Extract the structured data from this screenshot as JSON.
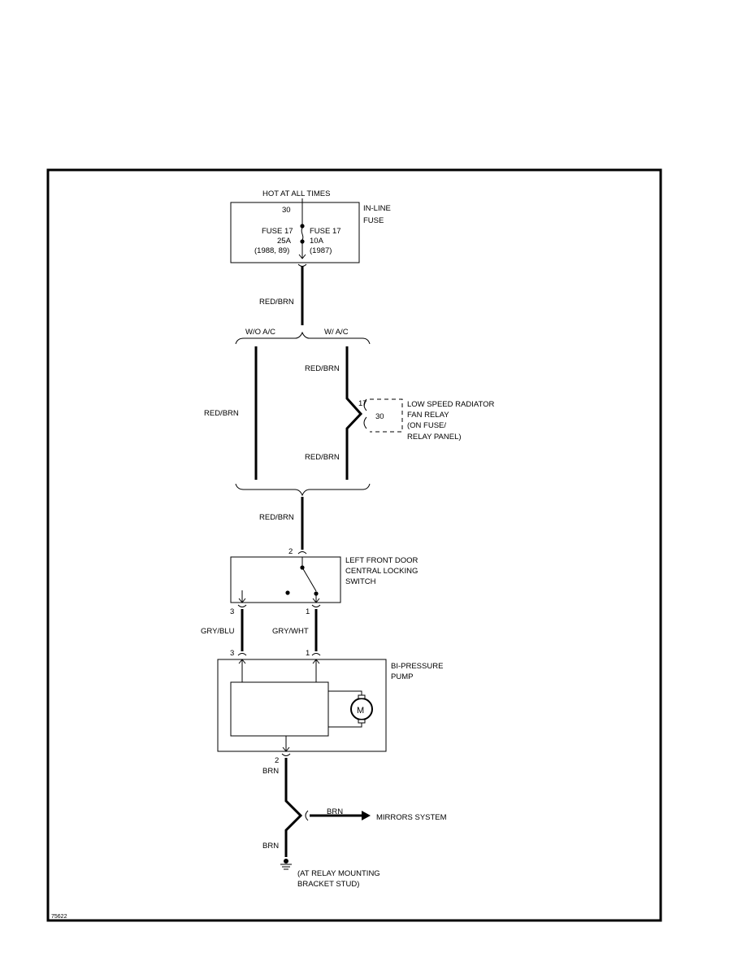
{
  "diagram": {
    "power_source": "HOT AT ALL TIMES",
    "fuse_box": {
      "terminal": "30",
      "name": "IN-LINE",
      "name2": "FUSE",
      "left_fuse": [
        "FUSE 17",
        "25A",
        "(1988, 89)"
      ],
      "right_fuse": [
        "FUSE 17",
        "10A",
        "(1987)"
      ]
    },
    "wire_top": "RED/BRN",
    "branch_left": "W/O A/C",
    "branch_right": "W/ A/C",
    "wire_left": "RED/BRN",
    "wire_right_upper": "RED/BRN",
    "wire_right_lower": "RED/BRN",
    "relay": {
      "pin_in": "17",
      "pin_out": "30",
      "label": [
        "LOW SPEED RADIATOR",
        "FAN RELAY",
        "(ON FUSE/",
        "RELAY PANEL)"
      ]
    },
    "wire_mid": "RED/BRN",
    "switch": {
      "pin_top": "2",
      "pin_left": "3",
      "pin_right": "1",
      "label": [
        "LEFT FRONT DOOR",
        "CENTRAL LOCKING",
        "SWITCH"
      ]
    },
    "wire_gry_blu": "GRY/BLU",
    "wire_gry_wht": "GRY/WHT",
    "pump": {
      "pin_left": "3",
      "pin_right": "1",
      "pin_bottom": "2",
      "motor": "M",
      "label": [
        "BI-PRESSURE",
        "PUMP"
      ]
    },
    "wire_brn_upper": "BRN",
    "wire_brn_branch": "BRN",
    "mirrors": "MIRRORS SYSTEM",
    "wire_brn_lower": "BRN",
    "ground_label": [
      "(AT RELAY MOUNTING",
      "BRACKET STUD)"
    ],
    "figure_id": "75622"
  }
}
